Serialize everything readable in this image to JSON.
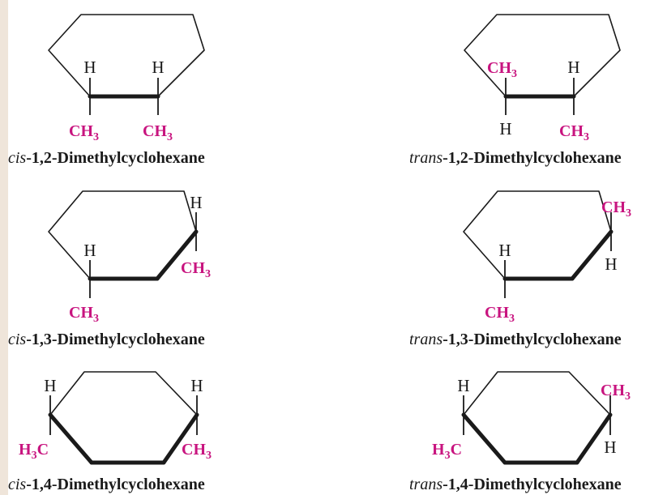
{
  "molecules": [
    {
      "id": "cis-12",
      "caption_prefix": "cis",
      "caption_rest": "-1,2-Dimethylcyclohexane",
      "label_a": "H",
      "label_b": "H",
      "label_c": "CH",
      "label_d": "CH",
      "sub": "3"
    },
    {
      "id": "trans-12",
      "caption_prefix": "trans",
      "caption_rest": "-1,2-Dimethylcyclohexane",
      "label_a": "CH",
      "label_b": "H",
      "label_c": "H",
      "label_d": "CH",
      "sub": "3"
    },
    {
      "id": "cis-13",
      "caption_prefix": "cis",
      "caption_rest": "-1,3-Dimethylcyclohexane",
      "label_a": "H",
      "label_b": "CH",
      "label_c": "H",
      "label_d": "CH",
      "sub": "3"
    },
    {
      "id": "trans-13",
      "caption_prefix": "trans",
      "caption_rest": "-1,3-Dimethylcyclohexane",
      "label_a": "H",
      "label_b": "CH",
      "label_c": "CH",
      "label_d": "H",
      "sub": "3"
    },
    {
      "id": "cis-14",
      "caption_prefix": "cis",
      "caption_rest": "-1,4-Dimethylcyclohexane",
      "label_a": "H",
      "label_b": "H",
      "label_c": "H",
      "label_c2": "C",
      "label_d": "CH",
      "sub": "3"
    },
    {
      "id": "trans-14",
      "caption_prefix": "trans",
      "caption_rest": "-1,4-Dimethylcyclohexane",
      "label_a": "H",
      "label_b": "CH",
      "label_c": "H",
      "label_c2": "C",
      "label_d": "H",
      "sub": "3"
    }
  ],
  "colors": {
    "methyl": "#c8147f",
    "ink": "#1a1a1a",
    "border": "#efe5da"
  }
}
